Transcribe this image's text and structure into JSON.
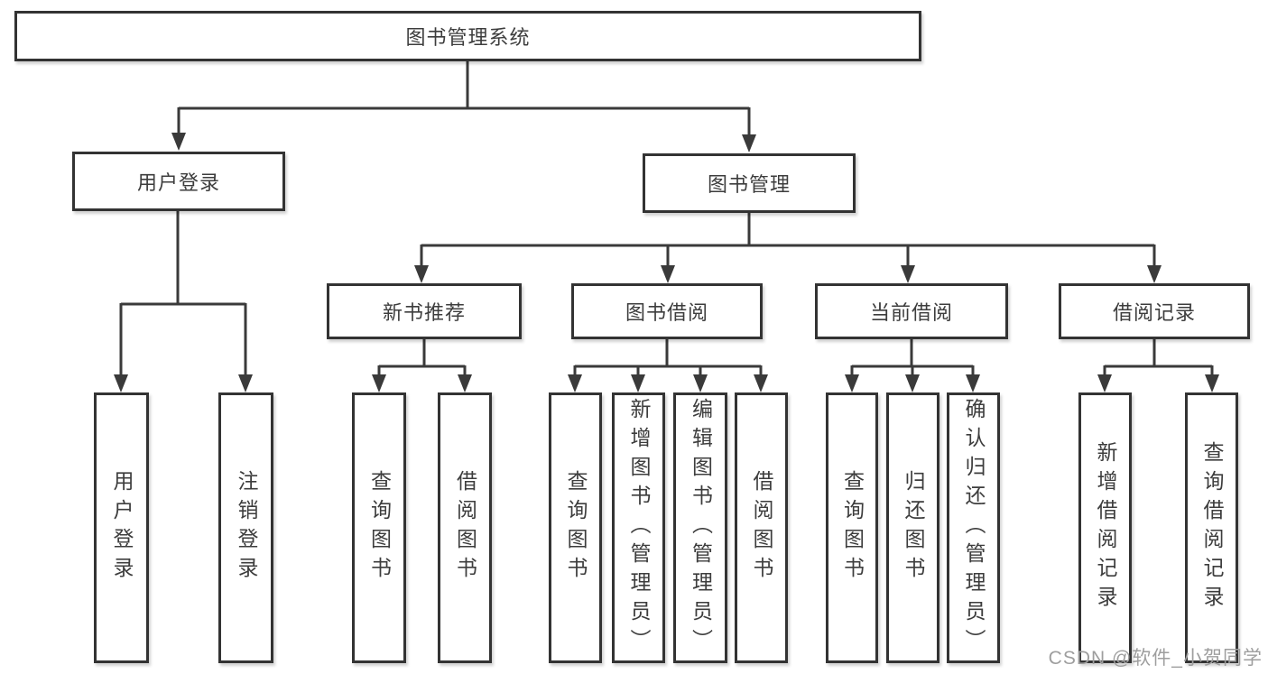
{
  "tree": {
    "label": "图书管理系统",
    "children": [
      {
        "label": "用户登录",
        "children": [
          {
            "label": "用户登录"
          },
          {
            "label": "注销登录"
          }
        ]
      },
      {
        "label": "图书管理",
        "children": [
          {
            "label": "新书推荐",
            "children": [
              {
                "label": "查询图书"
              },
              {
                "label": "借阅图书"
              }
            ]
          },
          {
            "label": "图书借阅",
            "children": [
              {
                "label": "查询图书"
              },
              {
                "label": "新增图书（管理员）"
              },
              {
                "label": "编辑图书（管理员）"
              },
              {
                "label": "借阅图书"
              }
            ]
          },
          {
            "label": "当前借阅",
            "children": [
              {
                "label": "查询图书"
              },
              {
                "label": "归还图书"
              },
              {
                "label": "确认归还（管理员）"
              }
            ]
          },
          {
            "label": "借阅记录",
            "children": [
              {
                "label": "新增借阅记录"
              },
              {
                "label": "查询借阅记录"
              }
            ]
          }
        ]
      }
    ]
  },
  "watermark": {
    "text": "CSDN @软件_小贺同学"
  },
  "colors": {
    "line": "#3a3a3a",
    "box_border": "#333333",
    "text": "#3d3d3d",
    "watermark": "#9e9e9e",
    "background": "#ffffff"
  }
}
